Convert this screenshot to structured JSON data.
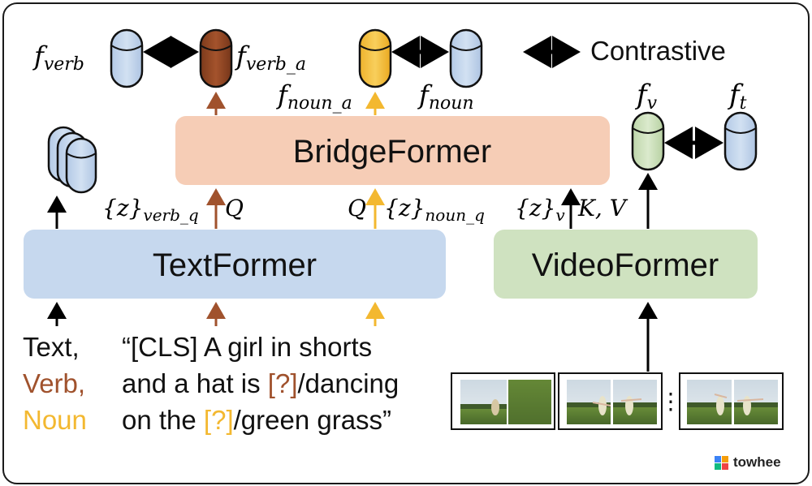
{
  "colors": {
    "bridge_fill": "#f6cdb6",
    "text_fill": "#c6d8ee",
    "video_fill": "#cfe2c0",
    "verb_brown": "#a0522d",
    "noun_yellow": "#f3b830",
    "cyl_blue": "#c4d6ec",
    "cyl_green": "#cfe2c0",
    "cyl_brown": "#9a4a25",
    "cyl_yellow": "#f3c24a"
  },
  "boxes": {
    "bridgeformer": "BridgeFormer",
    "textformer": "TextFormer",
    "videoformer": "VideoFormer"
  },
  "features": {
    "f_verb": {
      "base": "f",
      "sub": "verb"
    },
    "f_verb_a": {
      "base": "f",
      "sub": "verb_a"
    },
    "f_noun_a": {
      "base": "f",
      "sub": "noun_a"
    },
    "f_noun": {
      "base": "f",
      "sub": "noun"
    },
    "f_v": {
      "base": "f",
      "sub": "v"
    },
    "f_t": {
      "base": "f",
      "sub": "t"
    }
  },
  "legend": {
    "contrastive": "Contrastive"
  },
  "connections": {
    "z_verb_q": {
      "body": "{z}",
      "sub": "verb_q"
    },
    "q_verb": "Q",
    "q_noun": "Q",
    "z_noun_q": {
      "body": "{z}",
      "sub": "noun_q"
    },
    "z_v": {
      "body": "{z}",
      "sub": "v"
    },
    "kv": "K, V"
  },
  "inputs": {
    "text": "Text,",
    "verb": "Verb,",
    "noun": "Noun"
  },
  "caption": {
    "line1": "“[CLS] A girl in shorts",
    "line2_pre": "and a hat is ",
    "line2_mask": "[?]",
    "line2_post": "/dancing",
    "line3_pre": "on the ",
    "line3_mask": "[?]",
    "line3_post": "/green grass”"
  },
  "frames_separator": "⋮",
  "watermark": "towhee"
}
